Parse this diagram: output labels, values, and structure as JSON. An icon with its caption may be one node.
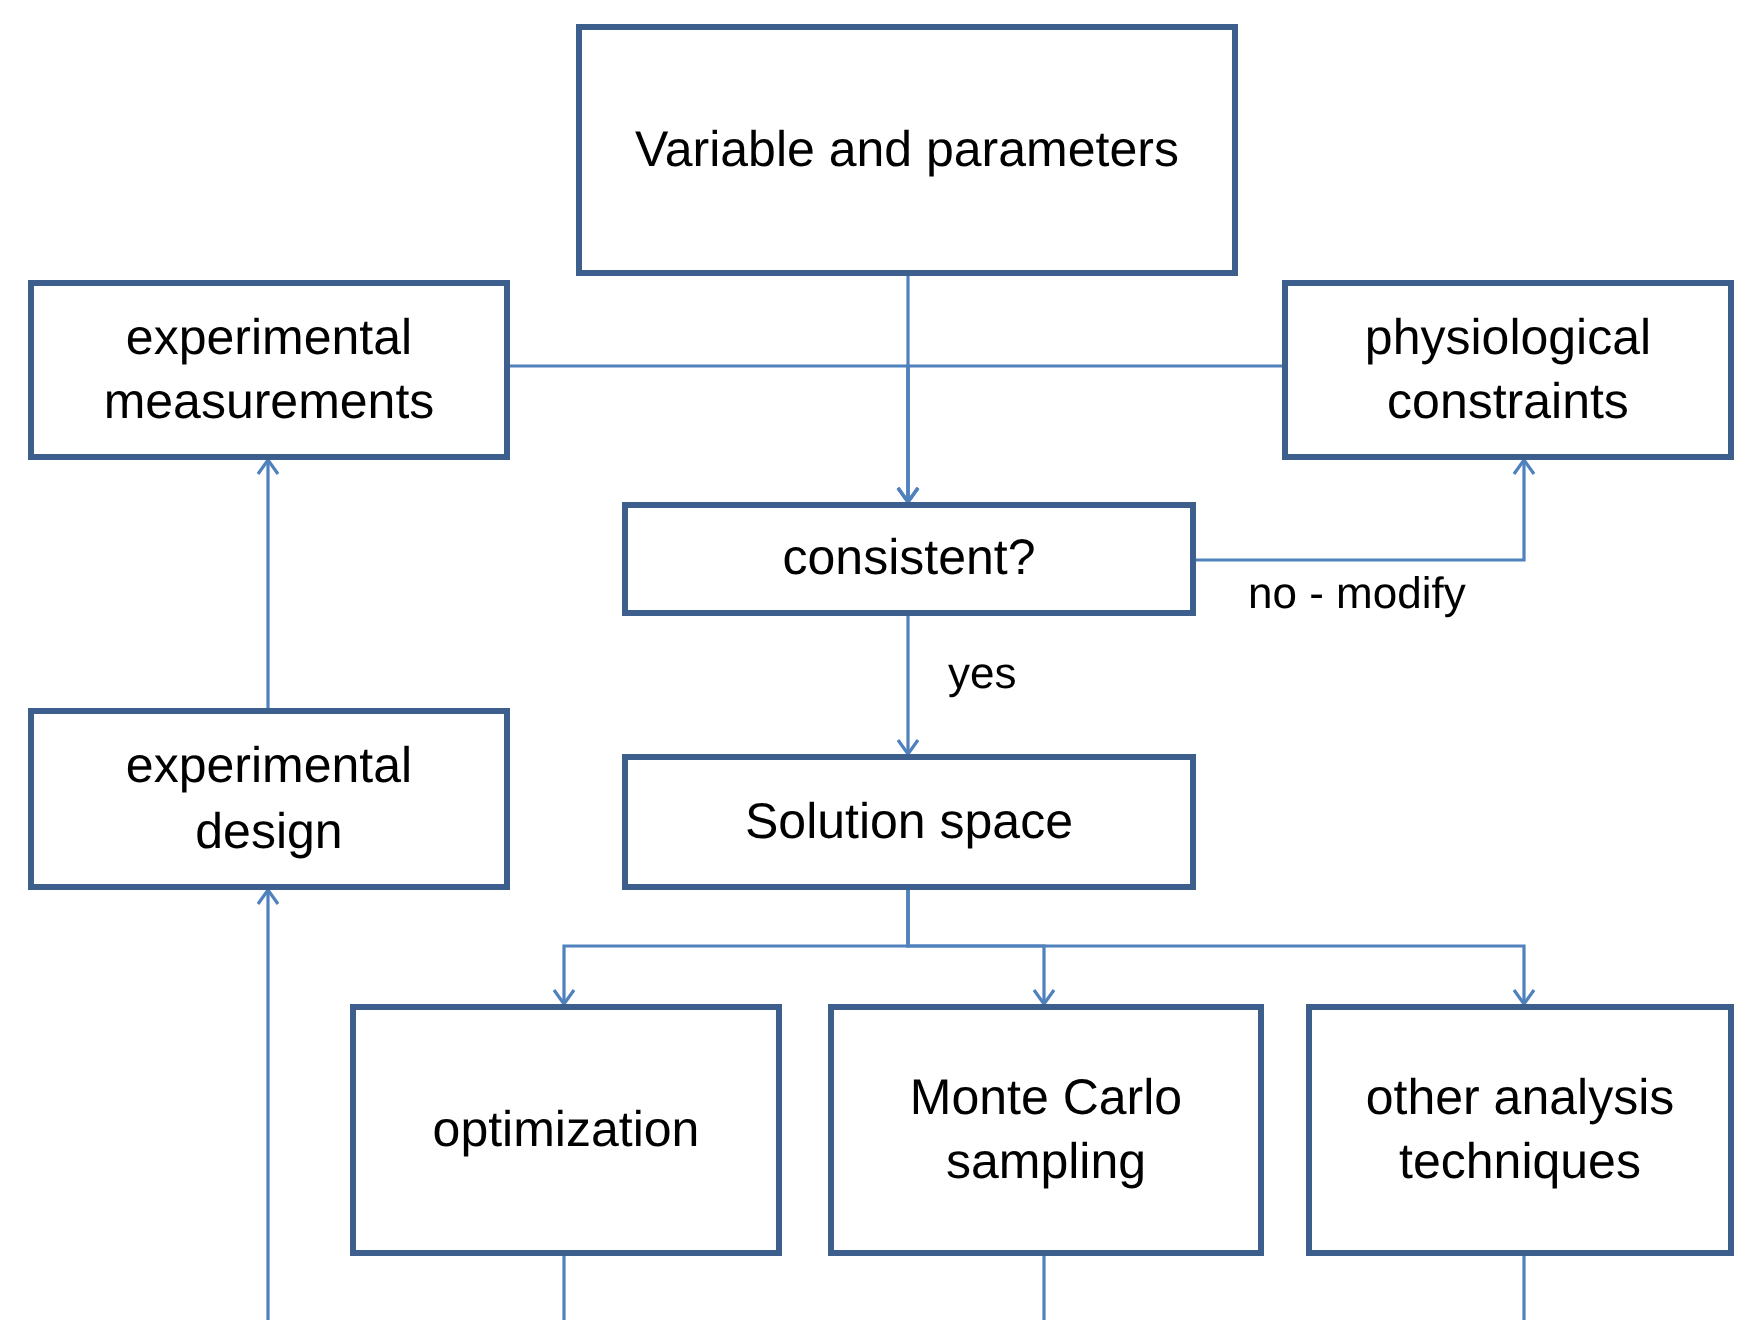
{
  "diagram": {
    "nodes": [
      {
        "text": [
          "Variable and parameters"
        ]
      },
      {
        "text": [
          "experimental measurements"
        ]
      },
      {
        "text": [
          "physiological constraints"
        ]
      },
      {
        "text": [
          "consistent?"
        ]
      },
      {
        "text": [
          "Solution space"
        ]
      },
      {
        "text": [
          "experimental design"
        ]
      },
      {
        "text": [
          "optimization"
        ]
      },
      {
        "text": [
          "Monte Carlo sampling"
        ]
      },
      {
        "text": [
          "other analysis techniques"
        ]
      }
    ],
    "edges": [
      {
        "from": 0,
        "to": 3,
        "arrow": "to"
      },
      {
        "from": 1,
        "to": 3,
        "arrow": "to"
      },
      {
        "from": 2,
        "to": 3,
        "arrow": "to"
      },
      {
        "from": 3,
        "to": 2,
        "arrow": "to",
        "label": "no - modify"
      },
      {
        "from": 3,
        "to": 4,
        "arrow": "to",
        "label": "yes"
      },
      {
        "from": 4,
        "to": 6,
        "arrow": "to"
      },
      {
        "from": 4,
        "to": 7,
        "arrow": "to"
      },
      {
        "from": 4,
        "to": 8,
        "arrow": "to"
      },
      {
        "from": 5,
        "to": 1,
        "arrow": "to"
      },
      {
        "from": 6,
        "to": null,
        "arrow": "none"
      },
      {
        "from": 7,
        "to": null,
        "arrow": "none"
      },
      {
        "from": 8,
        "to": null,
        "arrow": "none"
      },
      {
        "from": null,
        "to": 5,
        "arrow": "to"
      }
    ]
  }
}
